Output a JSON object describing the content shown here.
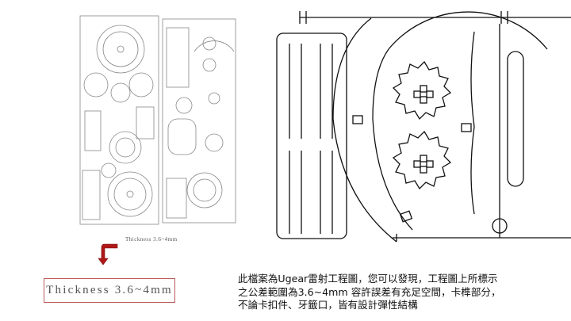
{
  "thickness_label_small": "Thickness 3.6~4mm",
  "thickness_label_large": "Thickness 3.6~4mm",
  "description": [
    "此檔案為Ugear雷射工程圖，您可以發現，工程圖上所標示",
    "之公差範圍為3.6~4mm  容許誤差有充足空間，卡榫部分，",
    "不論卡扣件、牙籤口，皆有設計彈性結構"
  ],
  "colors": {
    "arrow": "#b01818",
    "box_border": "#b85a5a"
  }
}
